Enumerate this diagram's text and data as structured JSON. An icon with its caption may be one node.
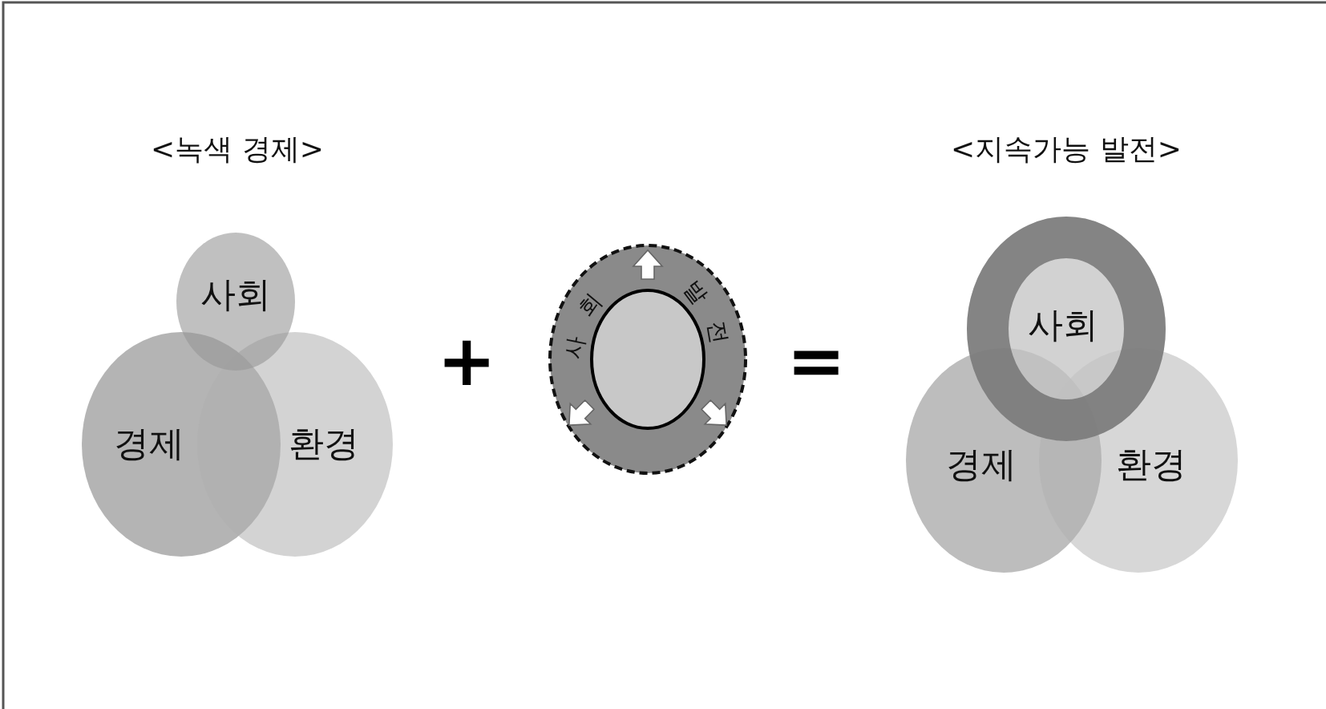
{
  "diagram": {
    "nodes": [
      {
        "text": [
          "사회"
        ]
      },
      {
        "text": [
          "경제"
        ]
      },
      {
        "text": [
          "환경"
        ]
      },
      {
        "text": [
          "사회",
          "발전"
        ]
      },
      {
        "text": [],
        "shape": "circle",
        "in": 3
      },
      {
        "text": [
          "사회"
        ]
      },
      {
        "text": [
          "경제"
        ]
      },
      {
        "text": [
          "환경"
        ]
      }
    ],
    "labels": [
      "<녹색 경제>",
      "+",
      "=",
      "<지속가능 발전>"
    ]
  }
}
